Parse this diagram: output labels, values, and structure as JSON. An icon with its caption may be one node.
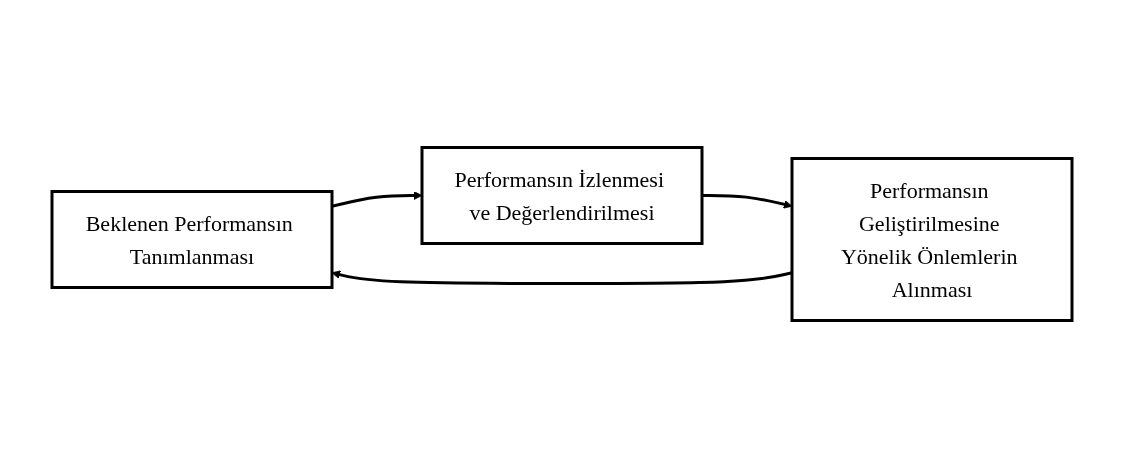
{
  "diagram": {
    "nodes": [
      {
        "text": [
          "Beklenen Performansın Tanımlanması"
        ]
      },
      {
        "text": [
          "Performansın İzlenmesi ve Değerlendirilmesi"
        ]
      },
      {
        "text": [
          "Performansın Geliştirilmesine Yönelik Önlemlerin Alınması"
        ]
      }
    ],
    "edges": [
      {
        "from": 0,
        "to": 1,
        "arrow": "to"
      },
      {
        "from": 1,
        "to": 2,
        "arrow": "to"
      },
      {
        "from": 2,
        "to": 0,
        "arrow": "to"
      }
    ]
  }
}
